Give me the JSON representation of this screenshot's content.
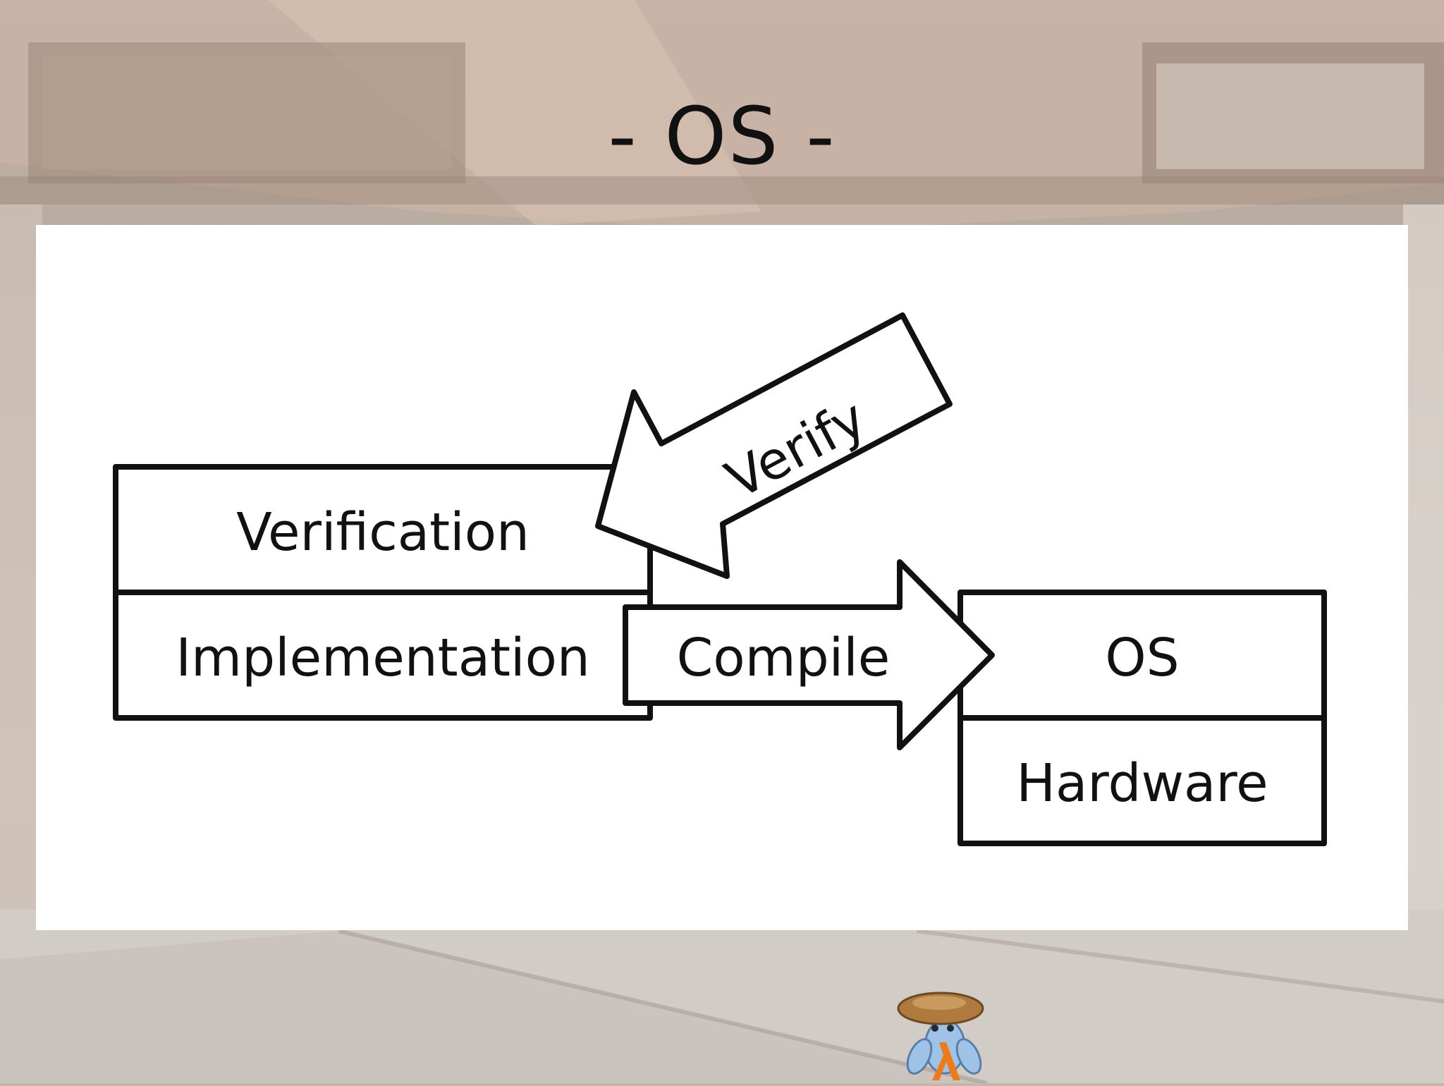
{
  "slide": {
    "title": "- OS -"
  },
  "diagram": {
    "boxes": {
      "verification": "Verification",
      "implementation": "Implementation",
      "os": "OS",
      "hardware": "Hardware"
    },
    "arrows": {
      "verify": "Verify",
      "compile": "Compile"
    }
  },
  "colors": {
    "stroke": "#111111",
    "panel": "#ffffff",
    "mascot_shell": "#b07a3e",
    "mascot_body": "#9fc3e6",
    "mascot_lambda": "#f07a1a"
  }
}
